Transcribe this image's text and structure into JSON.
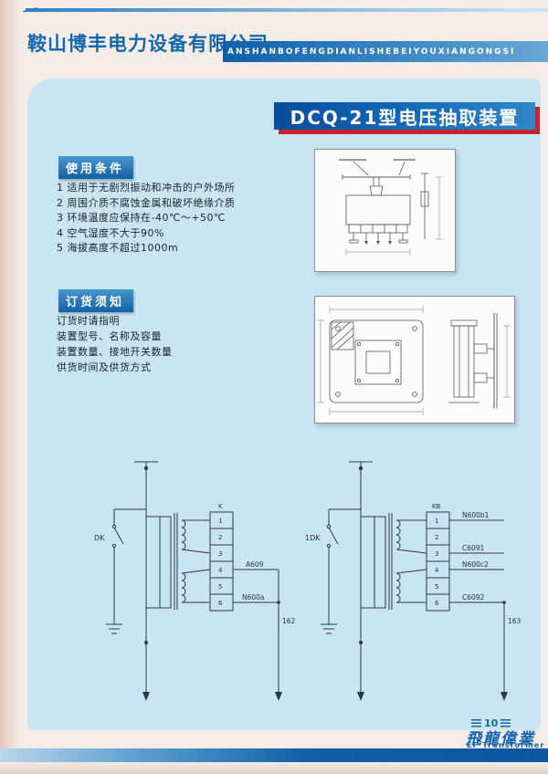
{
  "header": {
    "company_cn": "鞍山博丰电力设备有限公司",
    "company_en": "ANSHANBOFENGDIANLISHEBEIYOUXIANGONGSI"
  },
  "title_banner": {
    "text": "DCQ-21型电压抽取装置"
  },
  "usage": {
    "label": "使用条件",
    "items": [
      "1 适用于无剧烈振动和冲击的户外场所",
      "2 周围介质不腐蚀金属和破坏绝缘介质",
      "3 环境温度应保持在-40℃～+50℃",
      "4 空气湿度不大于90%",
      "5 海拔高度不超过1000m"
    ]
  },
  "order": {
    "label": "订货须知",
    "items": [
      "订货时请指明",
      "装置型号、名称及容量",
      "装置数量、接地开关数量",
      "供货时间及供货方式"
    ]
  },
  "circuit_left": {
    "switch_label": "DK",
    "block_label": "K",
    "terminals": [
      "1",
      "2",
      "3",
      "4",
      "5",
      "6"
    ],
    "wire_a": "A609",
    "wire_b": "N600a",
    "node": "162"
  },
  "circuit_right": {
    "switch_label": "1DK",
    "block_label": "KB",
    "terminals": [
      "1",
      "2",
      "3",
      "4",
      "5",
      "6"
    ],
    "wires": [
      "N600b1",
      "C6091",
      "N600c2",
      "C6092"
    ],
    "node": "163"
  },
  "footer": {
    "page_number": "10",
    "logo_cn": "飛龍偉業",
    "logo_en": "EF Transformer"
  },
  "colors": {
    "brand_blue": "#1263ae",
    "accent_red": "#c5252b",
    "panel_blue": "#c9e4f2"
  }
}
